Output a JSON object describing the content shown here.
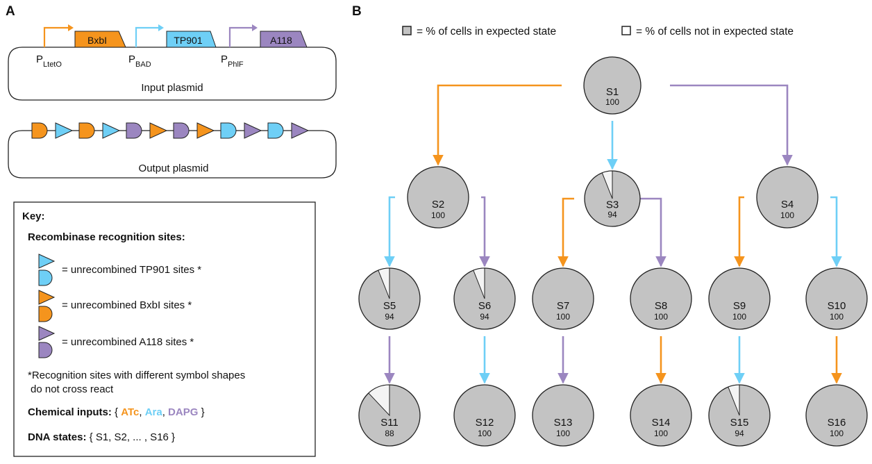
{
  "panel_a_label": "A",
  "panel_b_label": "B",
  "input_plasmid": {
    "label": "Input plasmid",
    "genes": [
      "BxbI",
      "TP901",
      "A118"
    ],
    "promoters": [
      {
        "main": "P",
        "sub": "LtetO"
      },
      {
        "main": "P",
        "sub": "BAD"
      },
      {
        "main": "P",
        "sub": "PhlF"
      }
    ]
  },
  "output_plasmid": {
    "label": "Output plasmid",
    "sites": [
      "bxbi-D",
      "tp901-T",
      "bxbi-D",
      "tp901-T",
      "a118-D",
      "bxbi-T",
      "a118-D",
      "bxbi-T",
      "tp901-D",
      "a118-T",
      "tp901-D",
      "a118-T"
    ]
  },
  "key": {
    "title": "Key:",
    "recognition_title": "Recombinase recognition sites:",
    "entries": [
      {
        "text": "= unrecombined TP901 sites *",
        "recombinase": "tp901"
      },
      {
        "text": "= unrecombined BxbI sites *",
        "recombinase": "bxbi"
      },
      {
        "text": "= unrecombined A118 sites *",
        "recombinase": "a118"
      }
    ],
    "note_line1": "*Recognition sites with different symbol shapes",
    "note_line2": "do not cross react",
    "chemical_label": "Chemical inputs:",
    "chemical_open": "{",
    "chemicals": [
      {
        "name": "ATc",
        "color": "#f5941d"
      },
      {
        "name": "Ara",
        "color": "#6ecff6"
      },
      {
        "name": "DAPG",
        "color": "#9b86c0"
      }
    ],
    "chemical_sep": ",",
    "chemical_close": "}",
    "dna_label": "DNA states:",
    "dna_value": "{ S1, S2, ... , S16 }"
  },
  "legend": {
    "expected": "= % of cells in expected state",
    "not_expected": "= % of cells not in expected state"
  },
  "colors": {
    "orange": "#f5941d",
    "blue": "#6ecff6",
    "purple": "#9b86c0",
    "node_fill": "#c3c3c3",
    "node_missing": "#f4f4f4"
  },
  "states": [
    {
      "id": "S1",
      "pct": 100
    },
    {
      "id": "S2",
      "pct": 100
    },
    {
      "id": "S3",
      "pct": 94
    },
    {
      "id": "S4",
      "pct": 100
    },
    {
      "id": "S5",
      "pct": 94
    },
    {
      "id": "S6",
      "pct": 94
    },
    {
      "id": "S7",
      "pct": 100
    },
    {
      "id": "S8",
      "pct": 100
    },
    {
      "id": "S9",
      "pct": 100
    },
    {
      "id": "S10",
      "pct": 100
    },
    {
      "id": "S11",
      "pct": 88
    },
    {
      "id": "S12",
      "pct": 100
    },
    {
      "id": "S13",
      "pct": 100
    },
    {
      "id": "S14",
      "pct": 100
    },
    {
      "id": "S15",
      "pct": 94
    },
    {
      "id": "S16",
      "pct": 100
    }
  ],
  "transitions": [
    {
      "from": "S1",
      "to": "S2",
      "input": "ATc"
    },
    {
      "from": "S1",
      "to": "S3",
      "input": "Ara"
    },
    {
      "from": "S1",
      "to": "S4",
      "input": "DAPG"
    },
    {
      "from": "S2",
      "to": "S5",
      "input": "Ara"
    },
    {
      "from": "S2",
      "to": "S6",
      "input": "DAPG"
    },
    {
      "from": "S3",
      "to": "S7",
      "input": "ATc"
    },
    {
      "from": "S3",
      "to": "S8",
      "input": "DAPG"
    },
    {
      "from": "S4",
      "to": "S9",
      "input": "ATc"
    },
    {
      "from": "S4",
      "to": "S10",
      "input": "Ara"
    },
    {
      "from": "S5",
      "to": "S11",
      "input": "DAPG"
    },
    {
      "from": "S6",
      "to": "S12",
      "input": "Ara"
    },
    {
      "from": "S7",
      "to": "S13",
      "input": "DAPG"
    },
    {
      "from": "S8",
      "to": "S14",
      "input": "ATc"
    },
    {
      "from": "S9",
      "to": "S15",
      "input": "Ara"
    },
    {
      "from": "S10",
      "to": "S16",
      "input": "ATc"
    }
  ]
}
